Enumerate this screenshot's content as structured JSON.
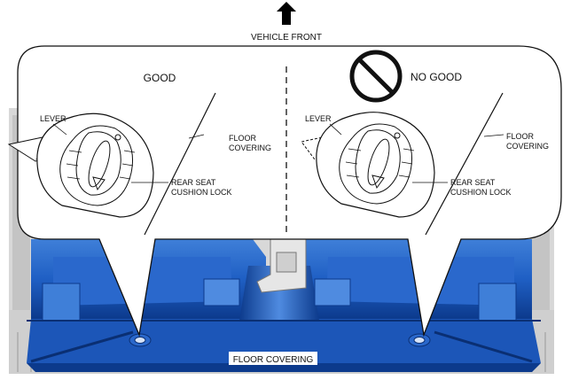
{
  "header": {
    "vehicle_front_label": "VEHICLE FRONT"
  },
  "good_panel": {
    "title": "GOOD",
    "lever_label": "LEVER",
    "floor_covering_line1": "FLOOR",
    "floor_covering_line2": "COVERING",
    "lock_line1": "REAR SEAT",
    "lock_line2": "CUSHION LOCK"
  },
  "nogood_panel": {
    "title": "NO GOOD",
    "lever_label": "LEVER",
    "floor_covering_line1": "FLOOR",
    "floor_covering_line2": "COVERING",
    "lock_line1": "REAR SEAT",
    "lock_line2": "CUSHION LOCK"
  },
  "bottom": {
    "floor_covering_label": "FLOOR COVERING"
  },
  "colors": {
    "floor_blue": "#1f5fc4",
    "floor_blue_dark": "#0c3a8c",
    "floor_blue_light": "#4f8be0",
    "chassis_gray": "#d8d8d8"
  }
}
